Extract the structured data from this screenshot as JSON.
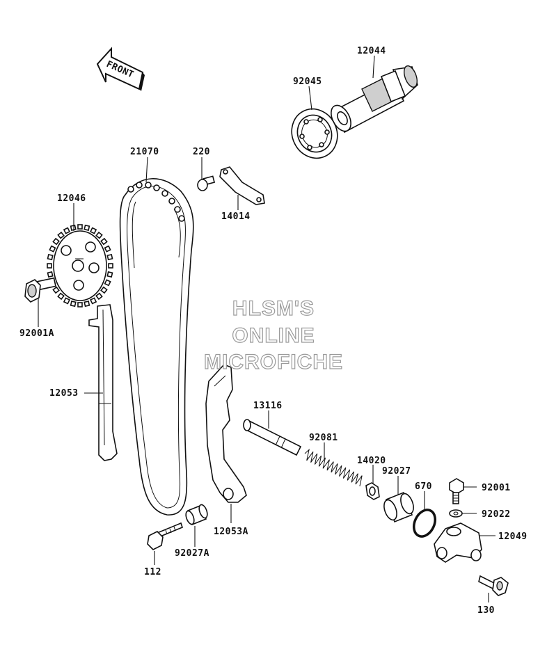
{
  "watermark": {
    "line1": "HLSM'S",
    "line2": "ONLINE",
    "line3": "MICROFICHE"
  },
  "front_arrow": {
    "label": "FRONT"
  },
  "parts": {
    "p12044": "12044",
    "p92045": "92045",
    "p21070": "21070",
    "p220": "220",
    "p14014": "14014",
    "p12046": "12046",
    "p92001A": "92001A",
    "p12053": "12053",
    "p13116": "13116",
    "p92081": "92081",
    "p14020": "14020",
    "p92027": "92027",
    "p670": "670",
    "p92001": "92001",
    "p92022": "92022",
    "p12049": "12049",
    "p12053A": "12053A",
    "p92027A": "92027A",
    "p112": "112",
    "p130": "130"
  }
}
